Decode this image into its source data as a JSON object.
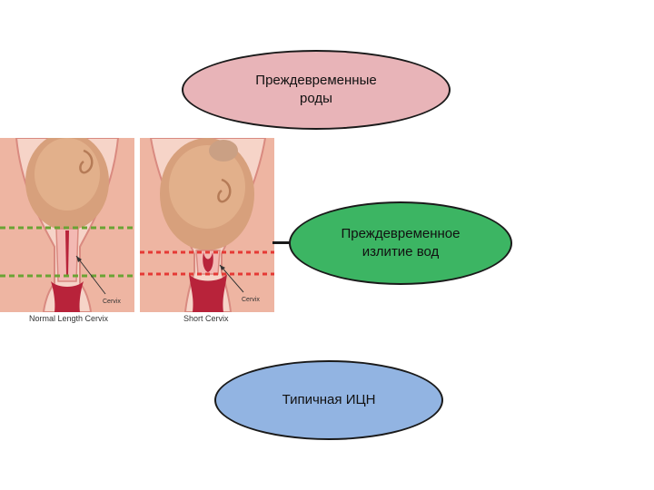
{
  "diagram": {
    "nodes": [
      {
        "id": "top",
        "text": "Преждевременные\nроды",
        "color": "#e8b4b8"
      },
      {
        "id": "mid",
        "text": "Преждевременное\nизлитие вод",
        "color": "#3cb563"
      },
      {
        "id": "bot",
        "text": "Типичная ИЦН",
        "color": "#92b4e2"
      }
    ]
  },
  "illustration": {
    "left_caption": "Normal Length Cervix",
    "right_caption": "Short Cervix",
    "left_pointer_label": "Cervix",
    "right_pointer_label": "Cervix",
    "left_line_color": "#6aa334",
    "right_line_color": "#e53935"
  }
}
